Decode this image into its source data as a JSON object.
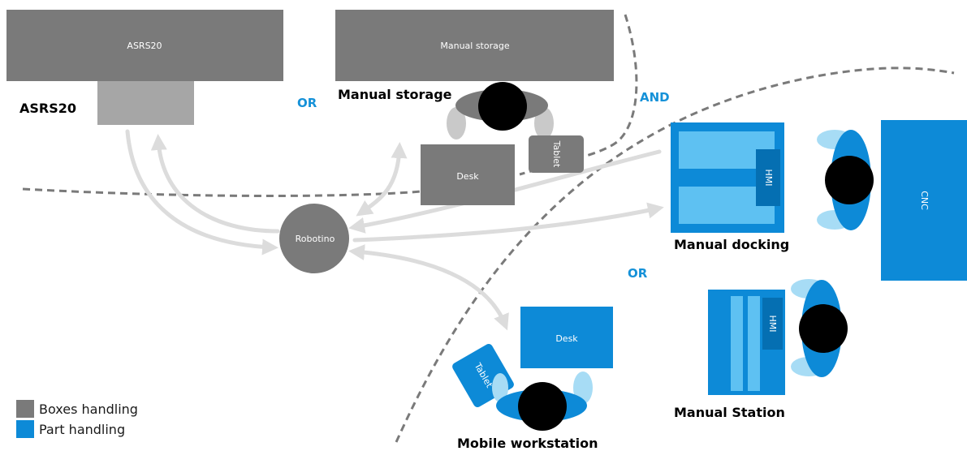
{
  "colors": {
    "boxes_gray": "#7a7a7a",
    "light_gray": "#a6a6a6",
    "arrow_gray": "#dcdcdc",
    "part_blue": "#0d8ad7",
    "light_blue": "#5ec1f2",
    "hmi_blue": "#056fb2",
    "person_shadow": "#c9c9c9",
    "person_blue_shadow": "#a7dcf5",
    "connector_blue": "#1591d8"
  },
  "labels": {
    "asrs_box": "ASRS20",
    "asrs_caption": "ASRS20",
    "manual_storage_box": "Manual storage",
    "manual_storage_caption": "Manual storage",
    "desk_gray": "Desk",
    "tablet_gray": "Tablet",
    "robotino": "Robotino",
    "hmi_docking": "HMI",
    "cnc": "CNC",
    "manual_docking_caption": "Manual docking",
    "hmi_station": "HMI",
    "manual_station_caption": "Manual Station",
    "desk_blue": "Desk",
    "tablet_blue": "Tablet",
    "mobile_caption": "Mobile workstation"
  },
  "connectors": {
    "or_left": "OR",
    "and": "AND",
    "or_right": "OR"
  },
  "legend": [
    {
      "label": "Boxes handling",
      "color": "#7a7a7a"
    },
    {
      "label": "Part handling",
      "color": "#0d8ad7"
    }
  ]
}
